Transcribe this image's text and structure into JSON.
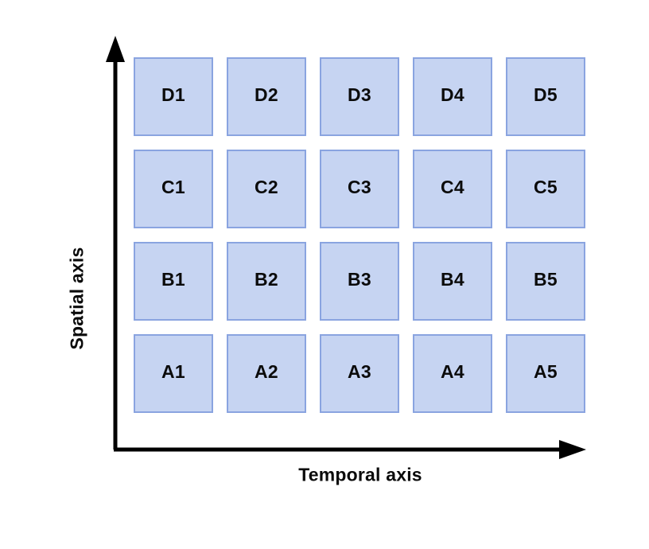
{
  "diagram": {
    "type": "grid-matrix-with-axes",
    "background_color": "#ffffff",
    "axes": {
      "y_label": "Spatial axis",
      "x_label": "Temporal axis",
      "line_color": "#000000",
      "y_arrow_direction": "up",
      "x_arrow_direction": "right"
    },
    "cell_style": {
      "fill_color": "#c6d4f2",
      "border_color": "#8aa4e0",
      "text_color": "#0b0b0b"
    },
    "grid": {
      "rows": 4,
      "columns": 5,
      "row_labels_top_to_bottom": [
        "D",
        "C",
        "B",
        "A"
      ],
      "column_labels_left_to_right": [
        "1",
        "2",
        "3",
        "4",
        "5"
      ],
      "cells": [
        [
          "D1",
          "D2",
          "D3",
          "D4",
          "D5"
        ],
        [
          "C1",
          "C2",
          "C3",
          "C4",
          "C5"
        ],
        [
          "B1",
          "B2",
          "B3",
          "B4",
          "B5"
        ],
        [
          "A1",
          "A2",
          "A3",
          "A4",
          "A5"
        ]
      ]
    }
  }
}
